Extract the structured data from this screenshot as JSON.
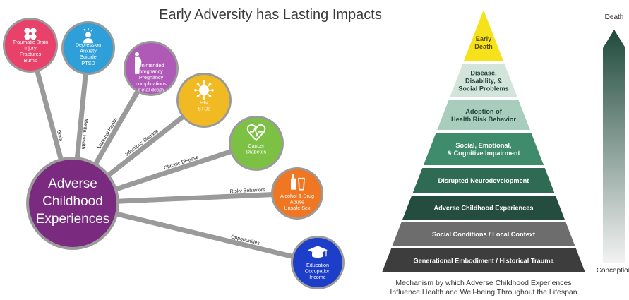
{
  "title": "Early Adversity has Lasting Impacts",
  "hub": {
    "lines": [
      "Adverse",
      "Childhood",
      "Experiences"
    ],
    "color": "#7a2a7f"
  },
  "spokes": [
    {
      "label": "Brain",
      "color": "#e9426a",
      "icon": "bandage-icon",
      "lines": [
        "Traumatic Brain",
        "Injury",
        "Fractures",
        "Burns"
      ]
    },
    {
      "label": "Mental Health",
      "color": "#2e9fd8",
      "icon": "person-icon",
      "lines": [
        "Depression",
        "Anxiety",
        "Suicide",
        "PTSD"
      ]
    },
    {
      "label": "Maternal Health",
      "color": "#b05ab8",
      "icon": "pregnant-woman-icon",
      "lines": [
        "Unintended",
        "pregnancy",
        "Pregnancy",
        "complications",
        "Fetal death"
      ]
    },
    {
      "label": "Infectious Disease",
      "color": "#f1b922",
      "icon": "virus-icon",
      "lines": [
        "HIV",
        "STDs"
      ]
    },
    {
      "label": "Chronic Disease",
      "color": "#7cc143",
      "icon": "heart-pulse-icon",
      "lines": [
        "Cancer",
        "Diabetes"
      ]
    },
    {
      "label": "Risky Behaviors",
      "color": "#f07622",
      "icon": "drinks-icon",
      "lines": [
        "Alcohol & Drug",
        "Abuse",
        "Unsafe Sex"
      ]
    },
    {
      "label": "Opportunities",
      "color": "#1c3ec9",
      "icon": "graduation-cap-icon",
      "lines": [
        "Education",
        "Occupation",
        "Income"
      ]
    }
  ],
  "pyramid": {
    "levels": [
      {
        "lines": [
          "Early",
          "Death"
        ],
        "fill": "#f5e21a",
        "text": "#5a4a00"
      },
      {
        "lines": [
          "Disease,",
          "Disability, &",
          "Social Problems"
        ],
        "fill": "#d3e5db",
        "text": "#24463a"
      },
      {
        "lines": [
          "Adoption of",
          "Health Risk Behavior"
        ],
        "fill": "#a8cdbc",
        "text": "#24463a"
      },
      {
        "lines": [
          "Social, Emotional,",
          "& Cognitive Impairment"
        ],
        "fill": "#3f8c6d",
        "text": "#ffffff"
      },
      {
        "lines": [
          "Disrupted Neurodevelopment"
        ],
        "fill": "#2f6a55",
        "text": "#ffffff"
      },
      {
        "lines": [
          "Adverse Childhood Experiences"
        ],
        "fill": "#244d40",
        "text": "#ffffff"
      },
      {
        "lines": [
          "Social Conditions / Local Context"
        ],
        "fill": "#6d6d6d",
        "text": "#ffffff"
      },
      {
        "lines": [
          "Generational Embodiment / Historical Trauma"
        ],
        "fill": "#3d3d3d",
        "text": "#ffffff"
      }
    ],
    "caption": [
      "Mechanism by which Adverse Childhood Experiences",
      "Influence Health and Well-being Throughout the Lifespan"
    ]
  },
  "lifespan": {
    "top_label": "Death",
    "bottom_label": "Conception",
    "top_color": "#1f4a3c",
    "bottom_color": "#f2f2f2"
  }
}
